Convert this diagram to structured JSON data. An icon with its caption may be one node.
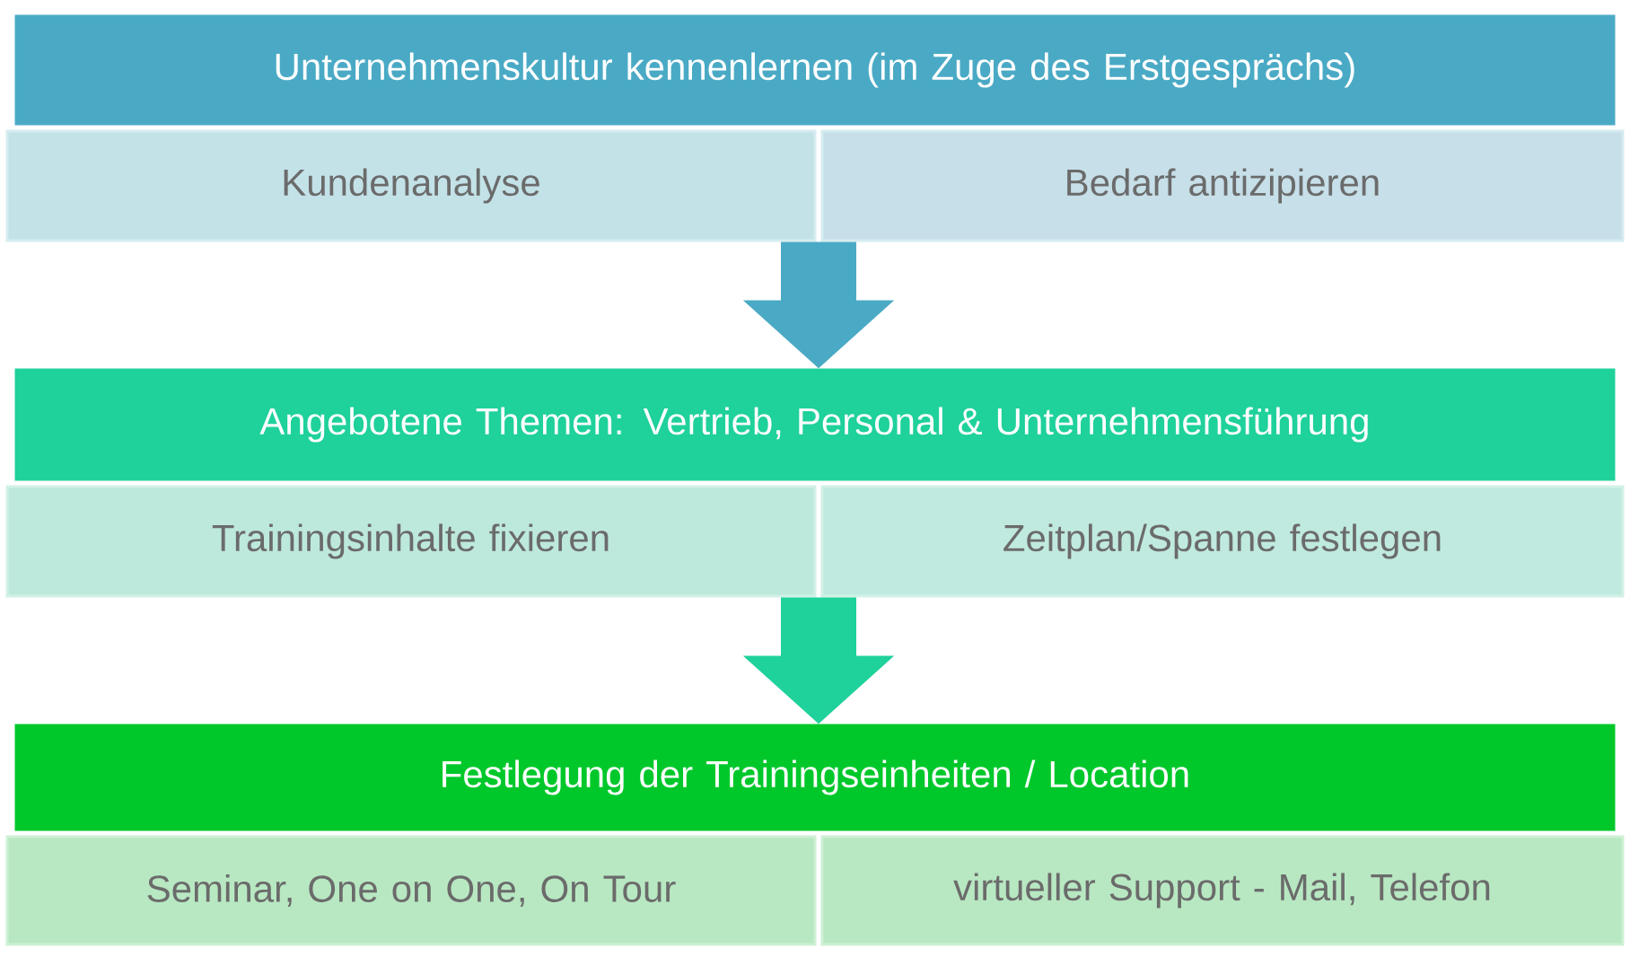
{
  "diagram": {
    "nodes": [
      {
        "text": [
          "Unternehmenskultur kennenlernen (im Zuge des Erstgesprächs)"
        ]
      },
      {
        "text": [
          "Kundenanalyse"
        ]
      },
      {
        "text": [
          "Bedarf antizipieren"
        ]
      },
      {
        "text": [
          "Angebotene Themen: Vertrieb, Personal & Unternehmensführung"
        ]
      },
      {
        "text": [
          "Trainingsinhalte fixieren"
        ]
      },
      {
        "text": [
          "Zeitplan/Spanne festlegen"
        ]
      },
      {
        "text": [
          "Festlegung der Trainingseinheiten / Location"
        ]
      },
      {
        "text": [
          "Seminar, One on One, On Tour"
        ]
      },
      {
        "text": [
          "virtueller Support - Mail, Telefon"
        ]
      }
    ],
    "edges": [
      {
        "from": 1,
        "to": 3,
        "arrow": "to",
        "color": "#4aaac5"
      },
      {
        "from": 2,
        "to": 3,
        "arrow": "to",
        "color": "#4aaac5"
      },
      {
        "from": 4,
        "to": 6,
        "arrow": "to",
        "color": "#1fd19b"
      },
      {
        "from": 5,
        "to": 6,
        "arrow": "to",
        "color": "#1fd19b"
      }
    ]
  }
}
